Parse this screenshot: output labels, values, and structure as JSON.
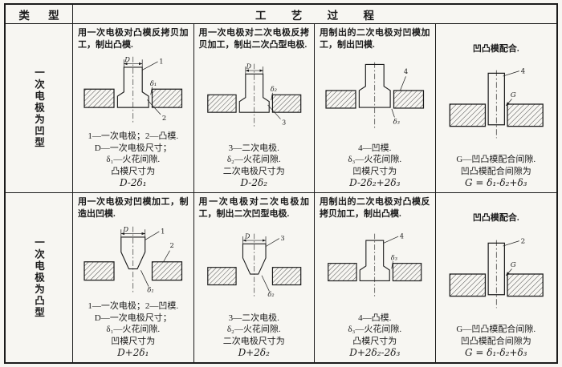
{
  "colors": {
    "paper": "#f7f6f2",
    "ink": "#1b1b1b"
  },
  "table": {
    "header": {
      "type": "类 型",
      "process": "工 艺 过 程"
    },
    "rows": [
      {
        "label": "一次电极为凹型",
        "cells": [
          {
            "title": "用一次电极对凸模反拷贝加工，制出凸模.",
            "legend": [
              "1—一次电极；2—凸模.",
              "D—一次电极尺寸；",
              "δ₁—火花间隙."
            ],
            "result": "凸模尺寸为",
            "formula": "D-2δ₁",
            "diagram": {
              "dim": "D",
              "gap": "δ₁",
              "n1": "1",
              "n2": "2"
            }
          },
          {
            "title": "用一次电极对二次电极反拷贝加工，制出二次凸型电极.",
            "legend": [
              "3—二次电极.",
              "δ₂—火花间隙."
            ],
            "result": "二次电极尺寸为",
            "formula": "D-2δ₂",
            "diagram": {
              "dim": "D",
              "gap": "δ₂",
              "n1": "3"
            }
          },
          {
            "title": "用制出的二次电极对凹模加工，制出凹模.",
            "legend": [
              "4—凹模.",
              "δ₃—火花间隙."
            ],
            "result": "凹模尺寸为",
            "formula": "D-2δ₂+2δ₃",
            "diagram": {
              "gap": "δ₃",
              "n1": "4"
            }
          },
          {
            "title": "凹凸模配合.",
            "legend": [
              "G—凹凸模配合间隙."
            ],
            "result": "凹凸模配合间隙为",
            "formula": "G = δ₁-δ₂+δ₃",
            "diagram": {
              "gap": "G",
              "n1": "4"
            }
          }
        ]
      },
      {
        "label": "一次电极为凸型",
        "cells": [
          {
            "title": "用一次电极对凹模加工，制造出凹模.",
            "legend": [
              "1—一次电极；2—凹模.",
              "D—一次电极尺寸；",
              "δ₁—火花间隙."
            ],
            "result": "凹模尺寸为",
            "formula": "D+2δ₁",
            "diagram": {
              "dim": "D",
              "gap": "δ₁",
              "n1": "1",
              "n2": "2"
            }
          },
          {
            "title": "用一次电极对二次电极加工，制出二次凹型电极.",
            "legend": [
              "3—二次电极.",
              "δ₂—火花间隙."
            ],
            "result": "二次电极尺寸为",
            "formula": "D+2δ₂",
            "diagram": {
              "dim": "D",
              "gap": "δ₂",
              "n1": "3"
            }
          },
          {
            "title": "用制出的二次电极对凸模反拷贝加工，制出凸模.",
            "legend": [
              "4—凸模.",
              "δ₃—火花间隙."
            ],
            "result": "凸模尺寸为",
            "formula": "D+2δ₂-2δ₃",
            "diagram": {
              "gap": "δ₃",
              "n1": "4"
            }
          },
          {
            "title": "凹凸模配合.",
            "legend": [
              "G—凹凸模配合间隙."
            ],
            "result": "凹凸模配合间隙为",
            "formula": "G = δ₁-δ₂+δ₃",
            "diagram": {
              "gap": "G",
              "n1": "2"
            }
          }
        ]
      }
    ]
  }
}
